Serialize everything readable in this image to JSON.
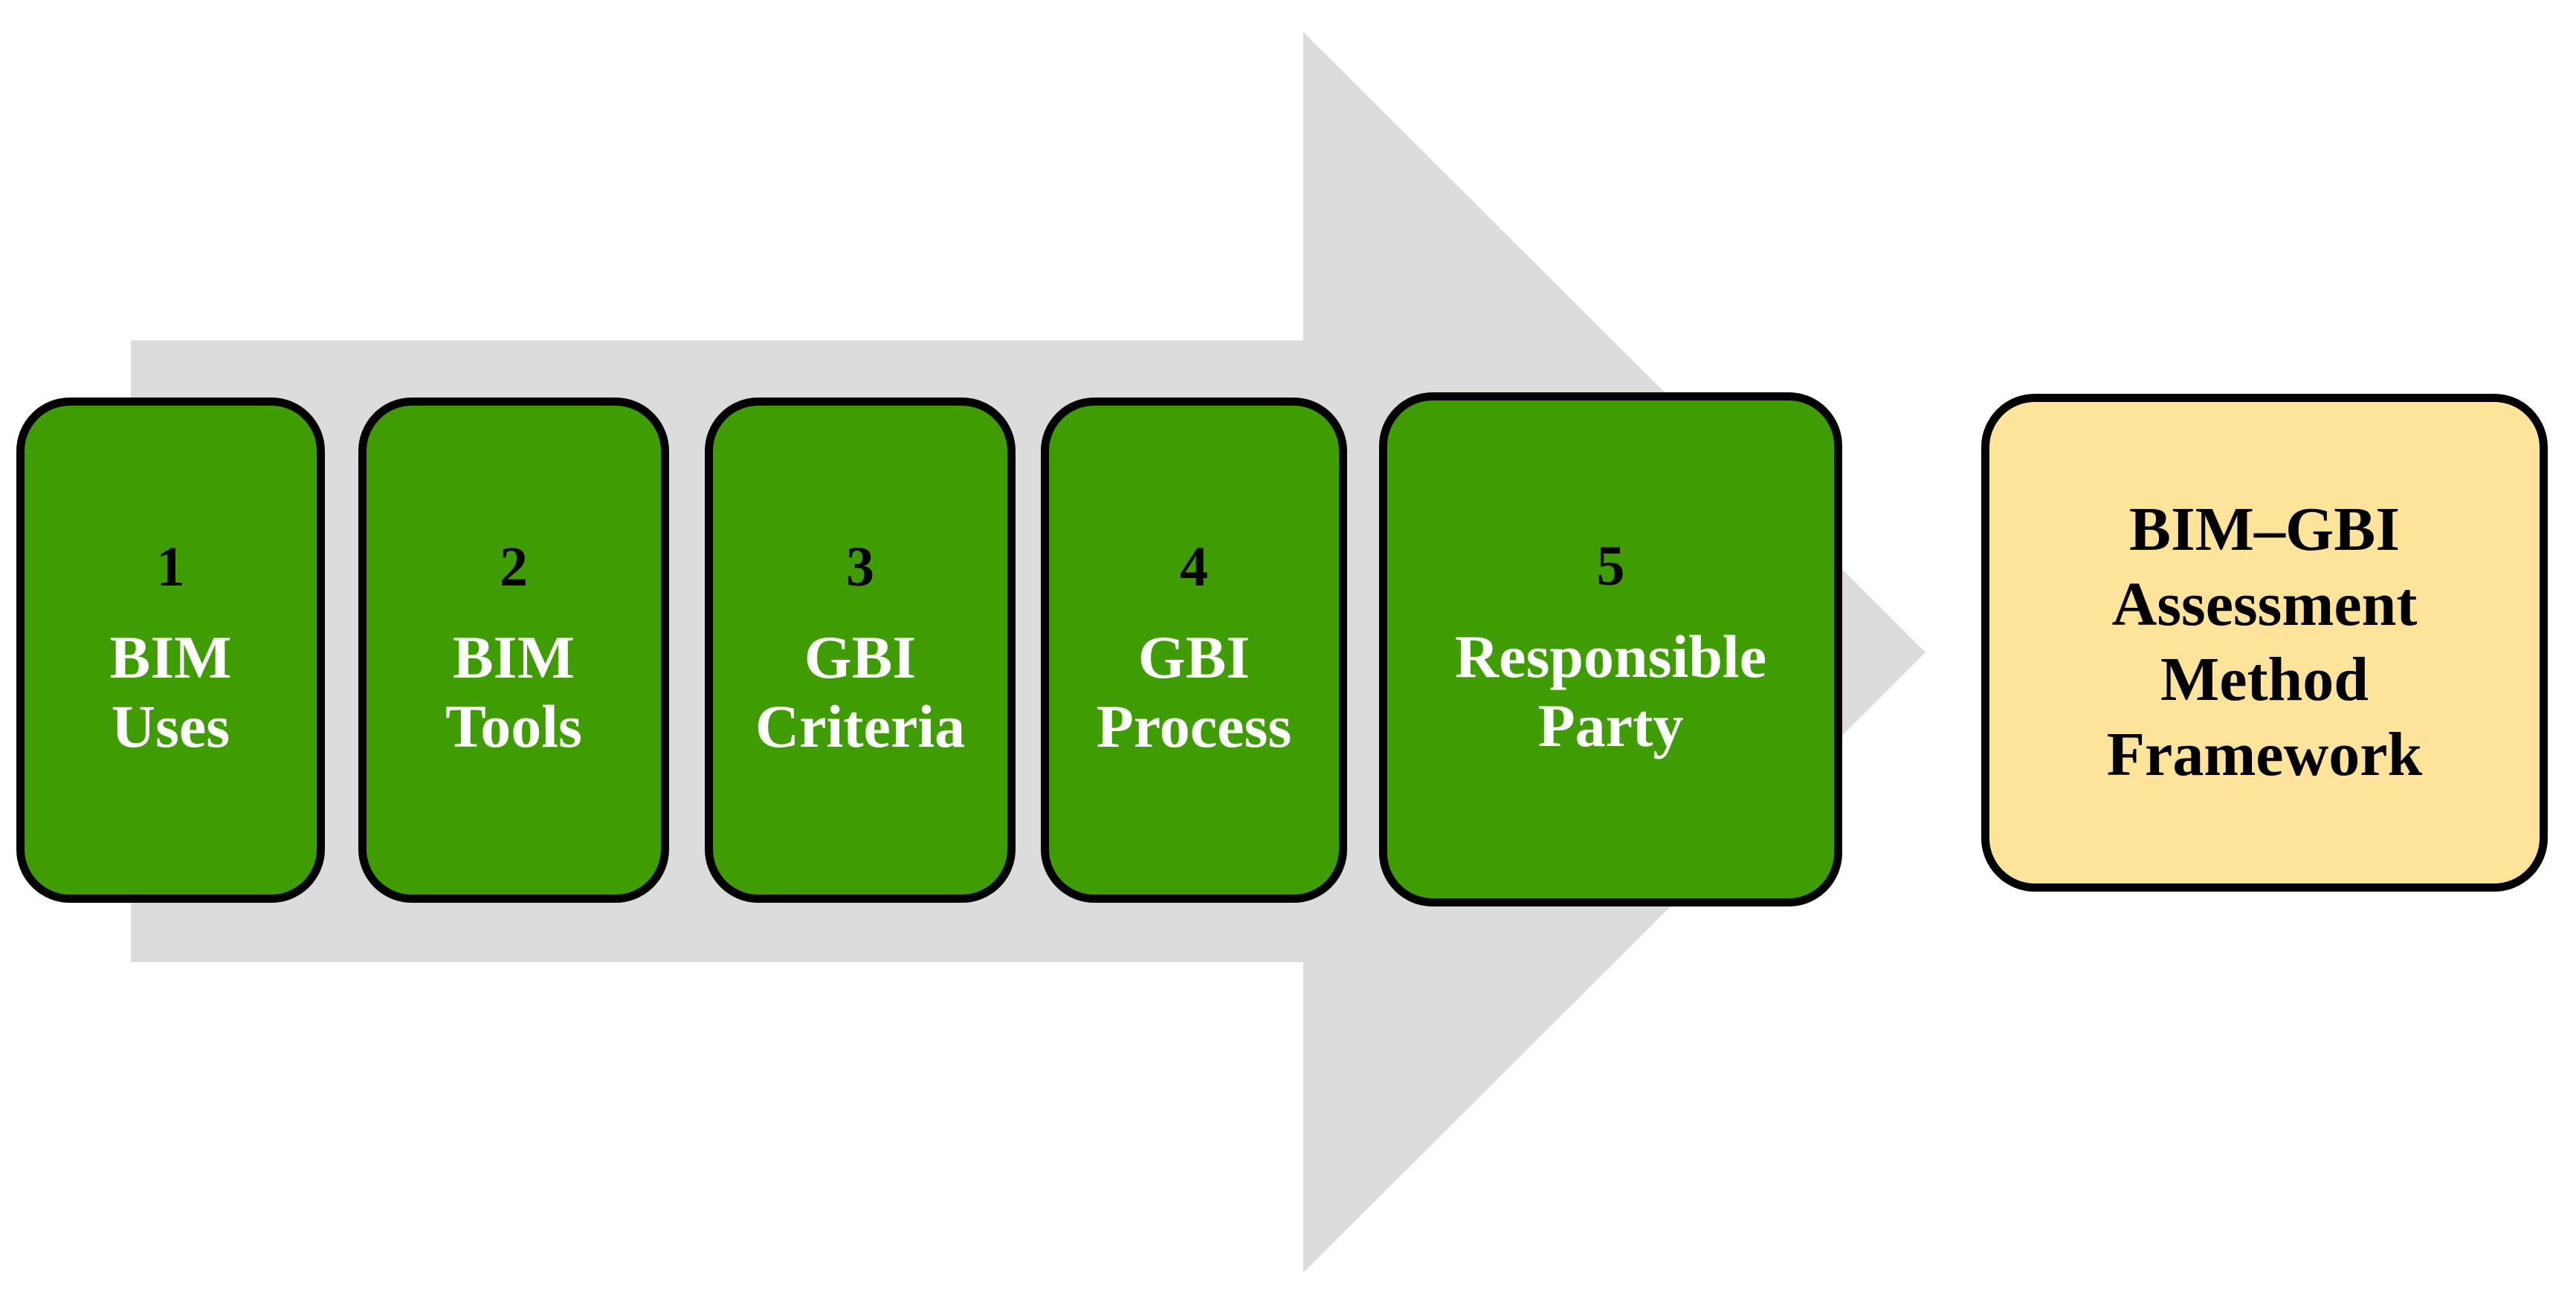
{
  "diagram": {
    "title": "BIM-GBI assessment method framework process flow",
    "colors": {
      "arrow": "#dcdcdc",
      "step_fill": "#3f9c02",
      "step_text": "#ffffff",
      "step_number_text": "#000000",
      "result_fill": "#fde49a",
      "result_text": "#000000",
      "outline": "#000000",
      "background": "#ffffff"
    },
    "arrow": {
      "name": "right-arrow-band",
      "direction": "right"
    },
    "steps": [
      {
        "number": "1",
        "label": "BIM\nUses"
      },
      {
        "number": "2",
        "label": "BIM\nTools"
      },
      {
        "number": "3",
        "label": "GBI\nCriteria"
      },
      {
        "number": "4",
        "label": "GBI\nProcess"
      },
      {
        "number": "5",
        "label": "Responsible\nParty"
      }
    ],
    "result": {
      "label": "BIM–GBI\nAssessment\nMethod\nFramework"
    }
  }
}
